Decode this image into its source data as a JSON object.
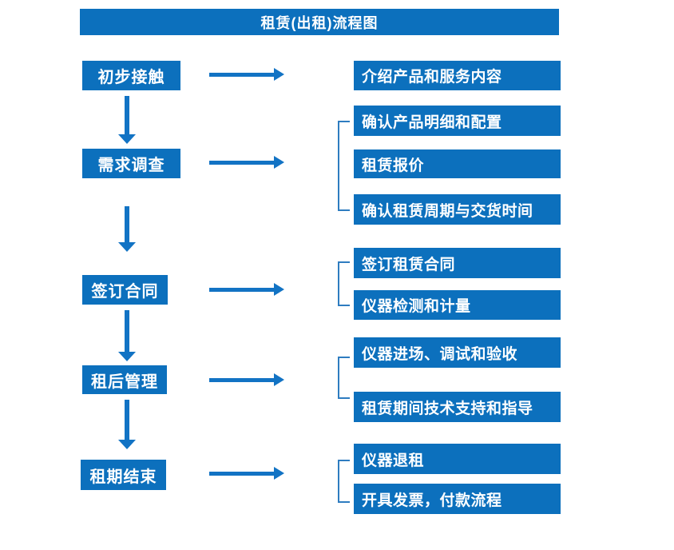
{
  "title": "租赁(出租)流程图",
  "colors": {
    "primary": "#0c70bd",
    "arrow": "#1273c4",
    "bracket": "#2e7cc0",
    "text": "#ffffff",
    "background": "#ffffff"
  },
  "steps": [
    {
      "label": "初步接触",
      "outputs": [
        "介绍产品和服务内容"
      ]
    },
    {
      "label": "需求调查",
      "outputs": [
        "确认产品明细和配置",
        "租赁报价",
        "确认租赁周期与交货时间"
      ]
    },
    {
      "label": "签订合同",
      "outputs": [
        "签订租赁合同",
        "仪器检测和计量"
      ]
    },
    {
      "label": "租后管理",
      "outputs": [
        "仪器进场、调试和验收",
        "租赁期间技术支持和指导"
      ]
    },
    {
      "label": "租期结束",
      "outputs": [
        "仪器退租",
        "开具发票，付款流程"
      ]
    }
  ]
}
